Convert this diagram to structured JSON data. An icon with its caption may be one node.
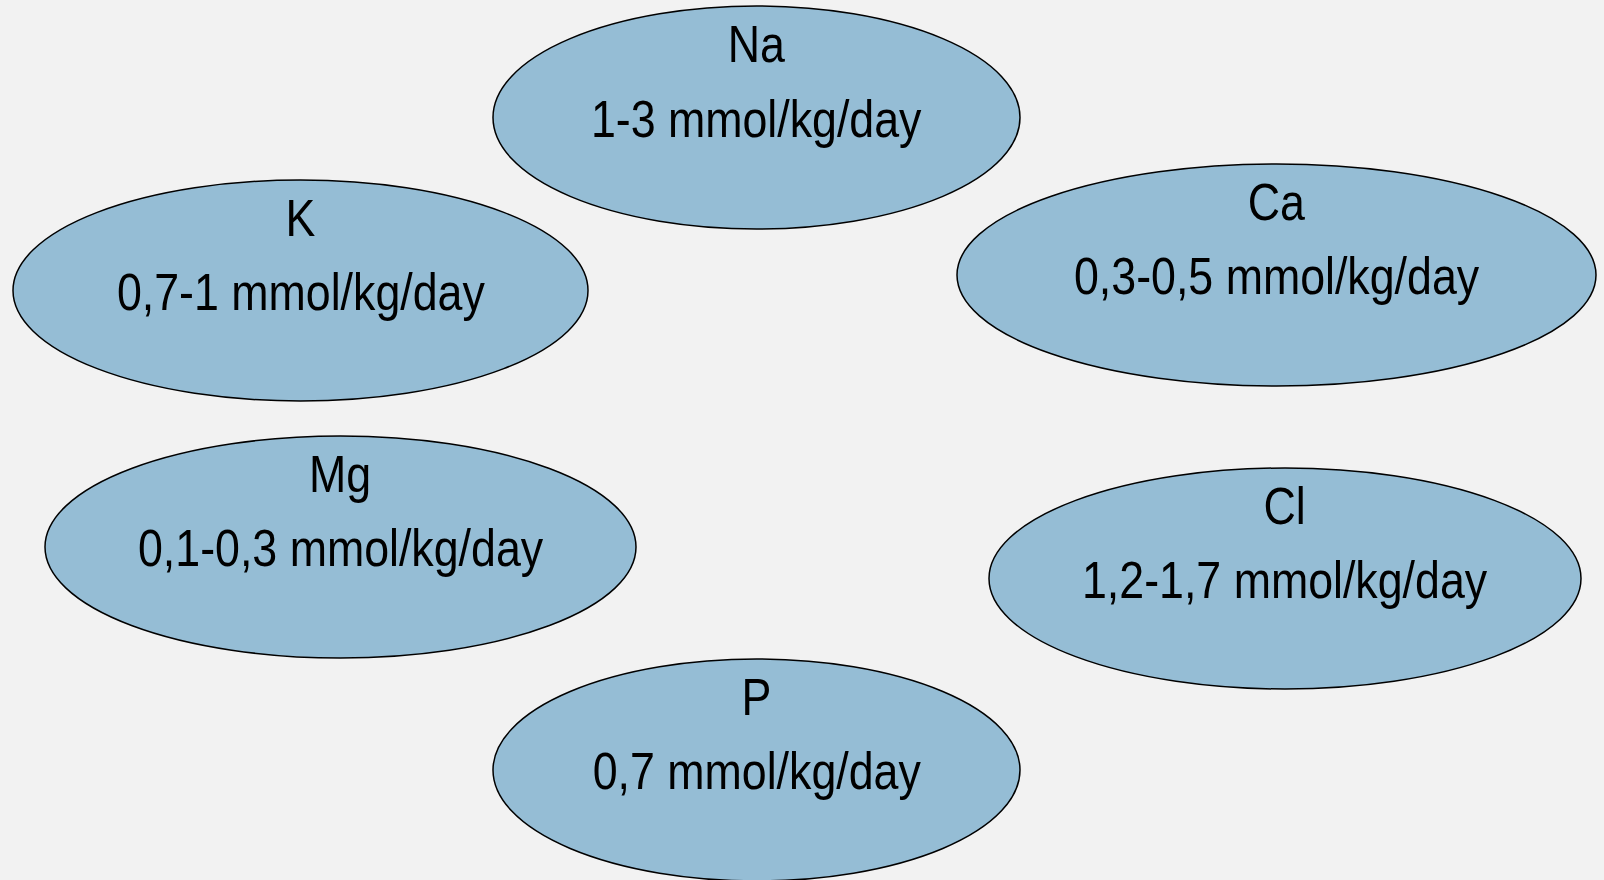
{
  "diagram": {
    "nodes": [
      {
        "text": [
          "Na",
          "1-3 mmol/kg/day"
        ]
      },
      {
        "text": [
          "K",
          "0,7-1 mmol/kg/day"
        ]
      },
      {
        "text": [
          "Ca",
          "0,3-0,5 mmol/kg/day"
        ]
      },
      {
        "text": [
          "Mg",
          "0,1-0,3 mmol/kg/day"
        ]
      },
      {
        "text": [
          "Cl",
          "1,2-1,7 mmol/kg/day"
        ]
      },
      {
        "text": [
          "P",
          "0,7 mmol/kg/day"
        ]
      }
    ]
  }
}
